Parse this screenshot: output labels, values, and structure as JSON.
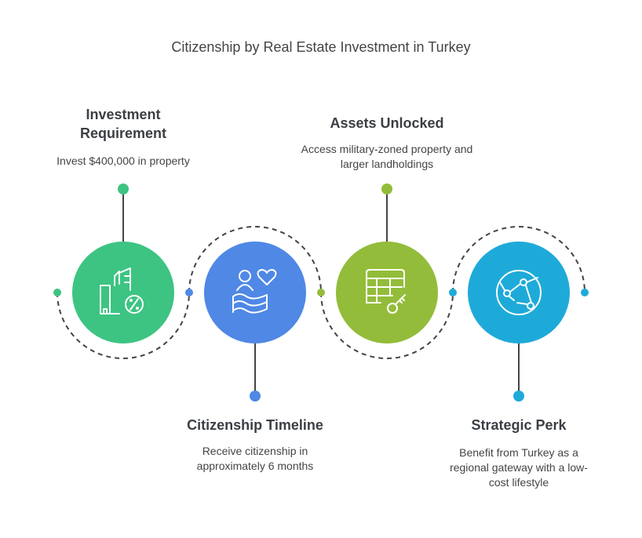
{
  "title": "Citizenship by Real Estate Investment in Turkey",
  "steps": [
    {
      "heading": "Investment Requirement",
      "description": "Invest $400,000 in property",
      "color": "#3dc482",
      "icon": "building-percent-icon"
    },
    {
      "heading": "Citizenship Timeline",
      "description": "Receive citizenship in approximately 6 months",
      "color": "#4f88e5",
      "icon": "person-heart-flag-icon"
    },
    {
      "heading": "Assets Unlocked",
      "description": "Access military-zoned property and larger landholdings",
      "color": "#93bc3a",
      "icon": "table-key-icon"
    },
    {
      "heading": "Strategic Perk",
      "description": "Benefit from Turkey as a regional gateway with a low-cost lifestyle",
      "color": "#1eaad9",
      "icon": "globe-network-icon"
    }
  ]
}
